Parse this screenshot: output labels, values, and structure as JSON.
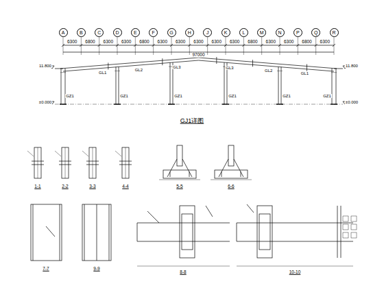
{
  "diagram": {
    "nodes": [
      {
        "text": [
          "A"
        ]
      },
      {
        "text": [
          "B"
        ]
      },
      {
        "text": [
          "C"
        ]
      },
      {
        "text": [
          "D"
        ]
      },
      {
        "text": [
          "E"
        ]
      },
      {
        "text": [
          "F"
        ]
      },
      {
        "text": [
          "G"
        ]
      },
      {
        "text": [
          "H"
        ]
      },
      {
        "text": [
          "J"
        ]
      },
      {
        "text": [
          "K"
        ]
      },
      {
        "text": [
          "L"
        ]
      },
      {
        "text": [
          "M"
        ]
      },
      {
        "text": [
          "N"
        ]
      },
      {
        "text": [
          "P"
        ]
      },
      {
        "text": [
          "Q"
        ]
      },
      {
        "text": [
          "R"
        ]
      }
    ],
    "labels": [
      "6300",
      "6800",
      "6300",
      "6300",
      "6800",
      "6300",
      "6300",
      "6300",
      "6300",
      "6300",
      "6800",
      "6300",
      "6300",
      "6800",
      "6300",
      "97000",
      "GJ1详图",
      "1-1",
      "2-2",
      "3-3",
      "4-4",
      "5-5",
      "6-6",
      "7-7",
      "9-9",
      "8-8",
      "10-10",
      "GL1",
      "GL2",
      "GL3",
      "GL3",
      "GL2",
      "GL1",
      "GZ1",
      "GZ1",
      "GZ1",
      "GZ1",
      "GZ1",
      "GZ1",
      "11.800",
      "11.800",
      "±0.000",
      "±0.000"
    ]
  }
}
